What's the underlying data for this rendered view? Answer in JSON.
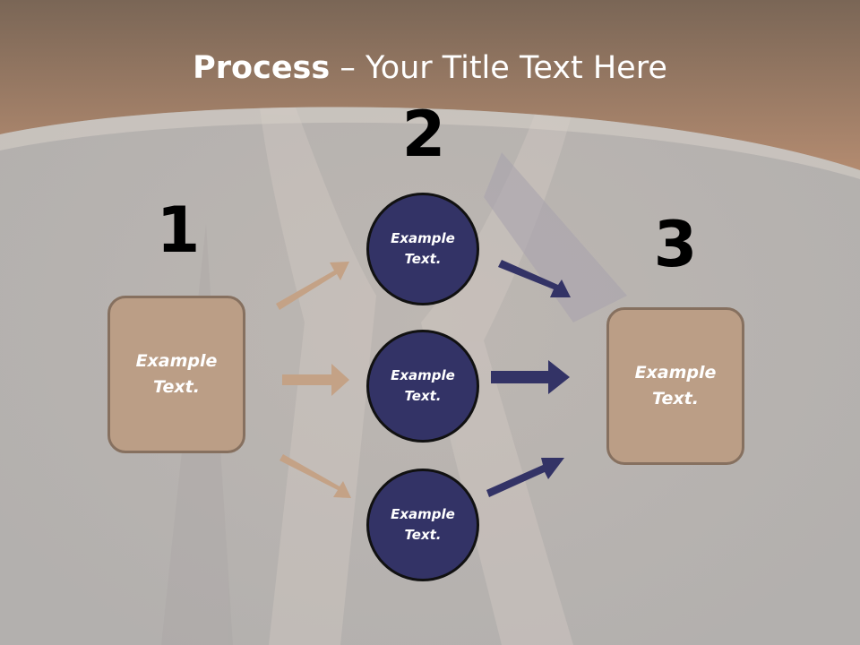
{
  "title": {
    "bold": "Process",
    "rest": " – Your Title Text Here"
  },
  "steps": [
    {
      "number": "1",
      "label_line1": "Example",
      "label_line2": "Text."
    },
    {
      "number": "2"
    },
    {
      "number": "3",
      "label_line1": "Example",
      "label_line2": "Text."
    }
  ],
  "circles": [
    {
      "label_line1": "Example",
      "label_line2": "Text."
    },
    {
      "label_line1": "Example",
      "label_line2": "Text."
    },
    {
      "label_line1": "Example",
      "label_line2": "Text."
    }
  ],
  "colors": {
    "banner": "#a37f66",
    "box_fill": "#bb9e86",
    "box_border": "#86705f",
    "circle_fill": "#333366",
    "tan_arrow": "#c4a286",
    "navy_arrow": "#333366"
  }
}
